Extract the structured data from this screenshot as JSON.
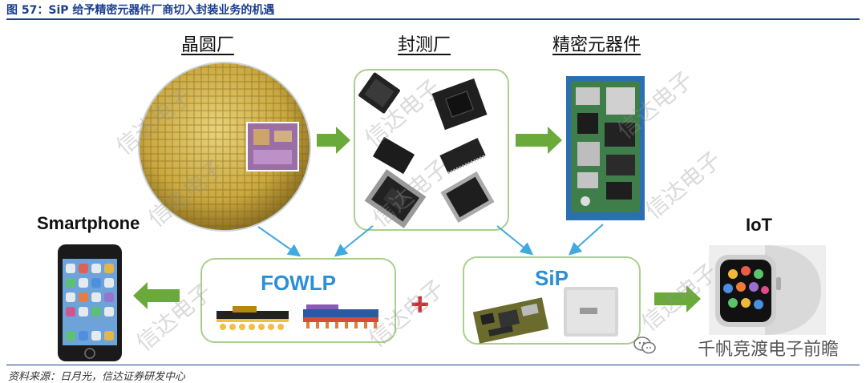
{
  "figure": {
    "title": "图 57：SiP 给予精密元器件厂商切入封装业务的机遇",
    "source": "资料来源：日月光，信达证券研发中心"
  },
  "columns": {
    "wafer_fab": "晶圆厂",
    "packaging_test": "封测厂",
    "precision_components": "精密元器件"
  },
  "nodes": {
    "smartphone": "Smartphone",
    "iot": "IoT",
    "fowlp": "FOWLP",
    "sip": "SiP",
    "plus": "+"
  },
  "watermark_text": "信达电子",
  "brand": {
    "text": "千帆竞渡电子前瞻",
    "icon": "wechat-icon"
  },
  "colors": {
    "title_blue": "#1a3e8c",
    "box_title_blue": "#2a8fd4",
    "green_arrow": "#6aaa3a",
    "blue_arrow": "#3fa9e0",
    "box_border": "#a8d08d",
    "plus_red": "#d7262b"
  }
}
